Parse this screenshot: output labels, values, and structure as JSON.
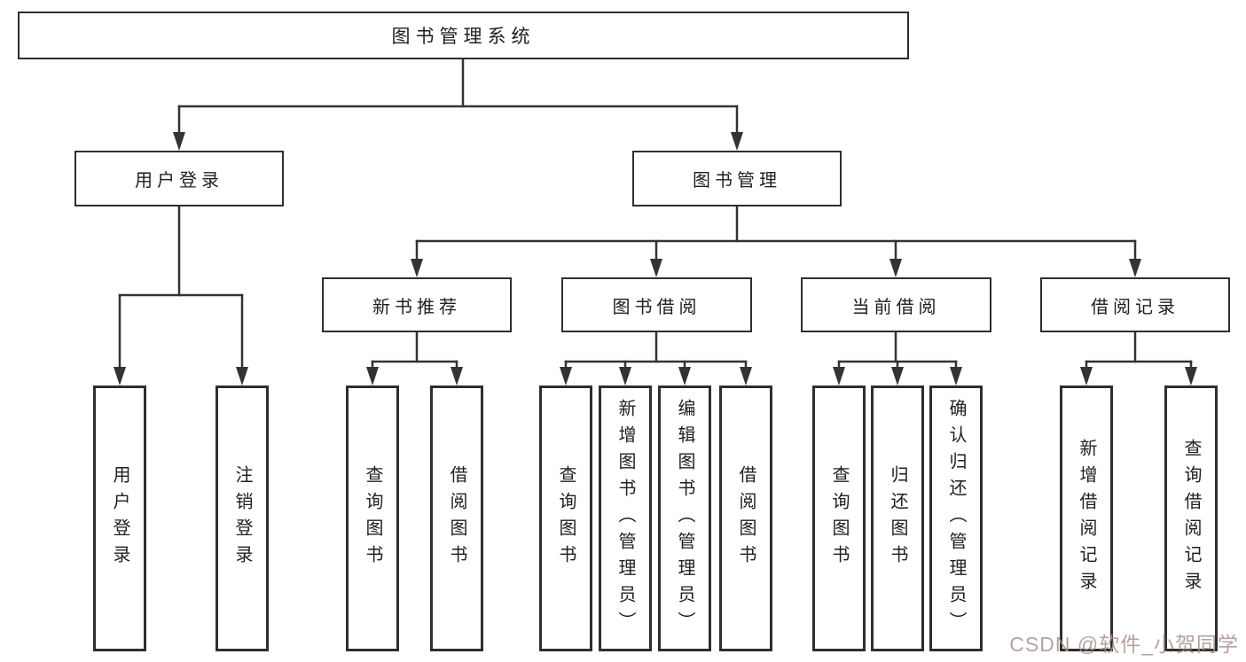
{
  "tree": {
    "root": "图书管理系统",
    "branches": [
      {
        "label": "用户登录",
        "children": [
          "用户登录",
          "注销登录"
        ]
      },
      {
        "label": "图书管理",
        "children": [
          {
            "label": "新书推荐",
            "children": [
              "查询图书",
              "借阅图书"
            ]
          },
          {
            "label": "图书借阅",
            "children": [
              "查询图书",
              "新增图书（管理员）",
              "编辑图书（管理员）",
              "借阅图书"
            ]
          },
          {
            "label": "当前借阅",
            "children": [
              "查询图书",
              "归还图书",
              "确认归还（管理员）"
            ]
          },
          {
            "label": "借阅记录",
            "children": [
              "新增借阅记录",
              "查询借阅记录"
            ]
          }
        ]
      }
    ]
  },
  "watermark": "CSDN @软件_小贺同学",
  "colors": {
    "line": "#333333",
    "box_border": "#2e2e2e",
    "text": "#1f1f1f",
    "background": "#ffffff",
    "watermark": "#a8928f"
  }
}
